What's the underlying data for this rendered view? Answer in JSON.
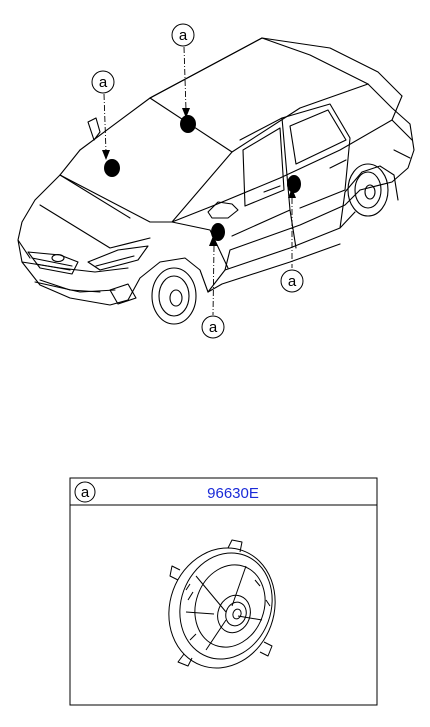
{
  "diagram": {
    "callout_letter": "a",
    "callouts": [
      {
        "id": "top-center",
        "letter": "a"
      },
      {
        "id": "left",
        "letter": "a"
      },
      {
        "id": "right",
        "letter": "a"
      },
      {
        "id": "bottom",
        "letter": "a"
      }
    ],
    "part_box": {
      "letter": "a",
      "part_number": "96630E",
      "part_number_color": "#1a2ad8"
    },
    "icons": [
      "car-outline",
      "speaker-marker",
      "speaker-drawing"
    ]
  }
}
